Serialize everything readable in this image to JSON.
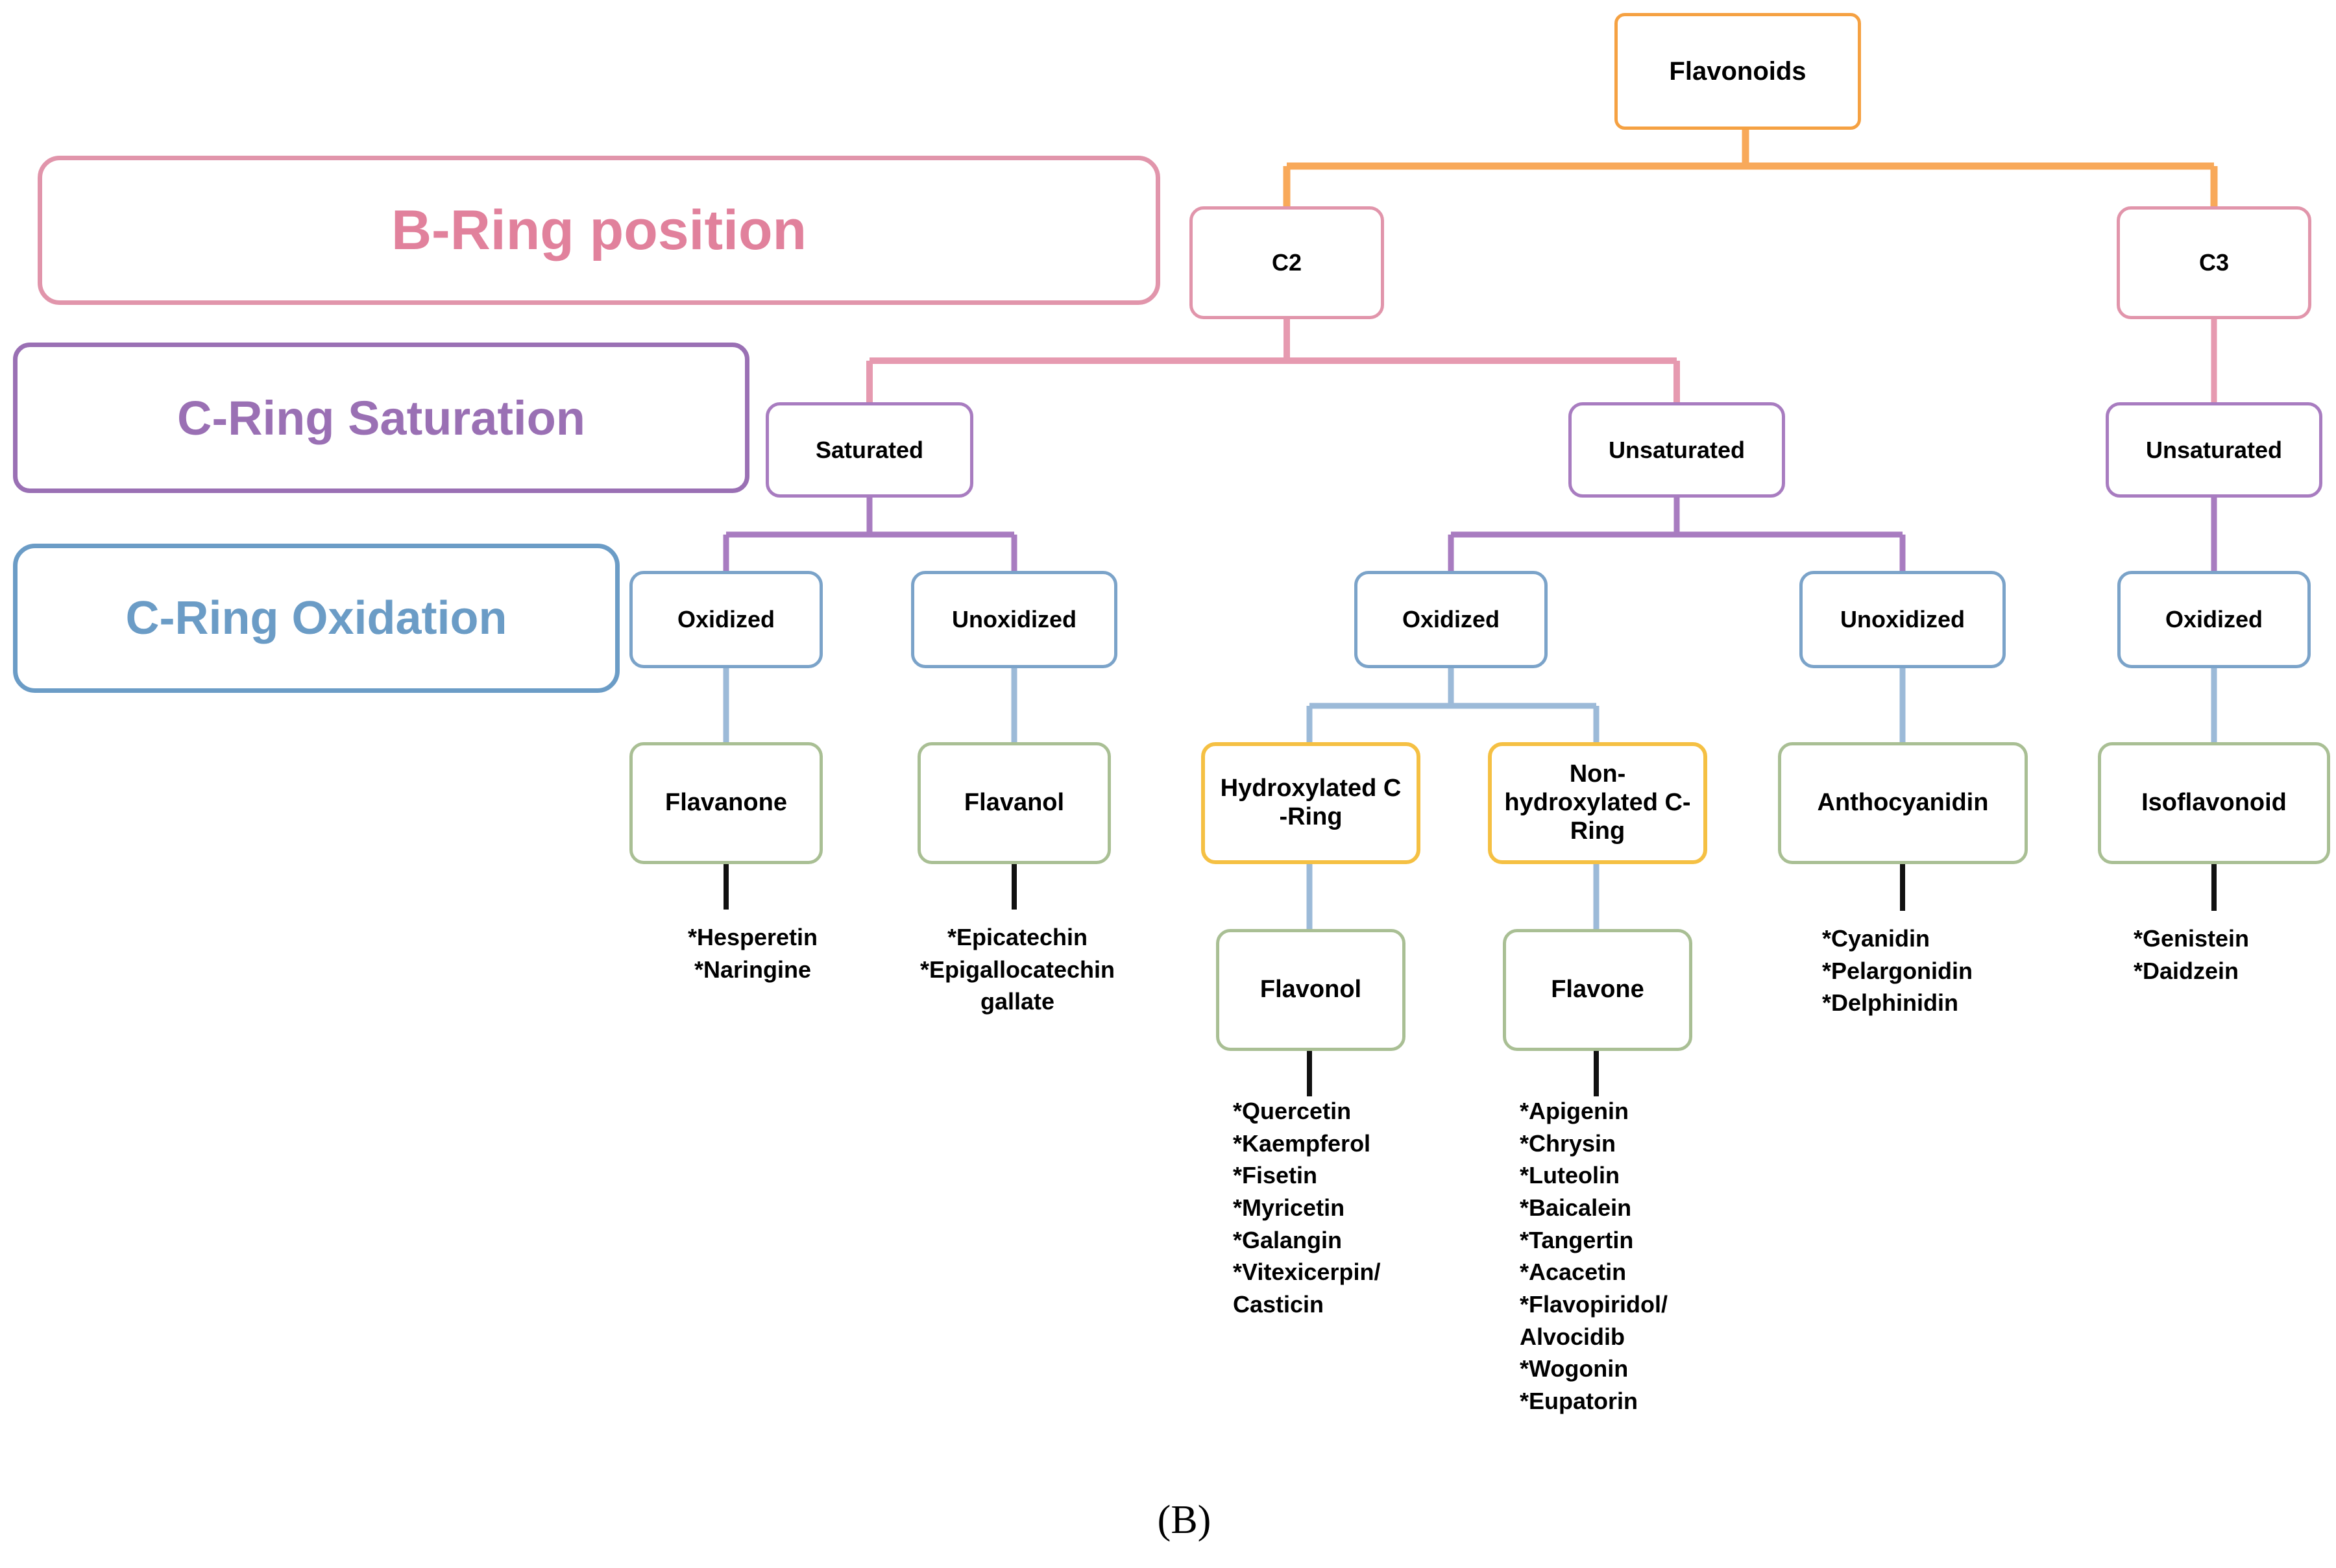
{
  "figure": {
    "caption": "(B)",
    "root": {
      "label": "Flavonoids",
      "color": "#f5a142"
    }
  },
  "legend": [
    {
      "id": "b-ring-position",
      "label": "B-Ring position",
      "color": "#e1819c"
    },
    {
      "id": "c-ring-saturation",
      "label": "C-Ring Saturation",
      "color": "#9a70b4"
    },
    {
      "id": "c-ring-oxidation",
      "label": "C-Ring Oxidation",
      "color": "#6b9cc6"
    }
  ],
  "levels": {
    "b_ring_position": [
      {
        "label": "C2"
      },
      {
        "label": "C3"
      }
    ],
    "c_ring_saturation": [
      {
        "label": "Saturated"
      },
      {
        "label": "Unsaturated"
      },
      {
        "label": "Unsaturated"
      }
    ],
    "c_ring_oxidation": [
      {
        "label": "Oxidized"
      },
      {
        "label": "Unoxidized"
      },
      {
        "label": "Oxidized"
      },
      {
        "label": "Unoxidized"
      },
      {
        "label": "Oxidized"
      }
    ],
    "c_ring_hydroxylation": [
      {
        "label": "Hydroxylated C -Ring"
      },
      {
        "label": "Non-hydroxylated C-Ring"
      }
    ],
    "classes": [
      {
        "label": "Flavanone"
      },
      {
        "label": "Flavanol"
      },
      {
        "label": "Anthocyanidin"
      },
      {
        "label": "Isoflavonoid"
      },
      {
        "label": "Flavonol"
      },
      {
        "label": "Flavone"
      }
    ]
  },
  "compounds": {
    "flavanone": "*Hesperetin\n*Naringine",
    "flavanol": "*Epicatechin\n*Epigallocatechin gallate",
    "flavonol": "*Quercetin\n*Kaempferol\n*Fisetin\n*Myricetin\n*Galangin\n*Vitexicerpin/ Casticin",
    "flavone": "*Apigenin\n*Chrysin\n*Luteolin\n*Baicalein\n*Tangertin\n*Acacetin\n*Flavopiridol/ Alvocidib\n*Wogonin\n*Eupatorin",
    "anthocyanidin": "*Cyanidin\n*Pelargonidin\n*Delphinidin",
    "isoflavonoid": "*Genistein\n*Daidzein"
  },
  "colors": {
    "orange": "#f5a142",
    "pink": "#e195ab",
    "purple": "#a87cc0",
    "blue": "#7ba3c9",
    "gold": "#f5c043",
    "green": "#a9bf94",
    "black": "#000000"
  }
}
